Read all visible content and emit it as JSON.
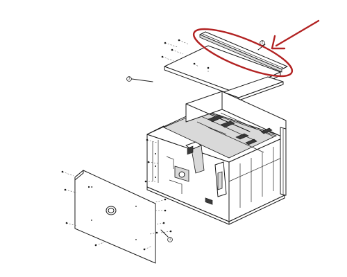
{
  "diagram": {
    "callouts": [
      {
        "id": "top-trim",
        "label": "2"
      },
      {
        "id": "top-panel",
        "label": "3"
      },
      {
        "id": "front-panel",
        "label": "1"
      }
    ],
    "highlight_color": "#b22222",
    "line_color": "#1a1a1a"
  }
}
